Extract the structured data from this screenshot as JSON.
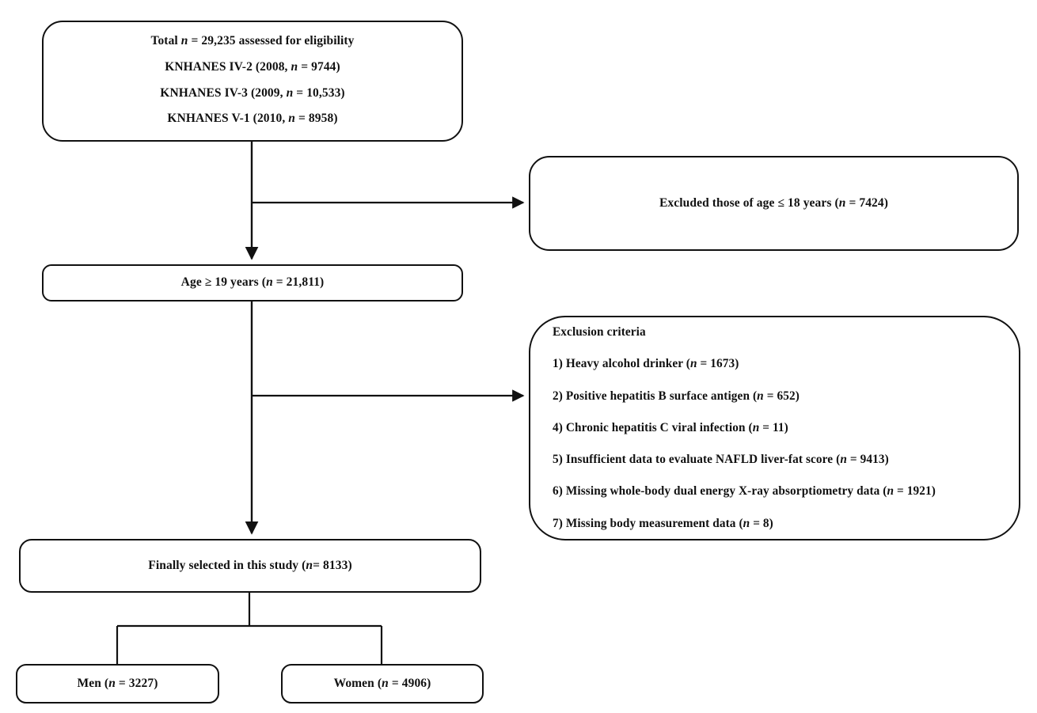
{
  "diagram": {
    "type": "study-participant-flow-chart",
    "nodes": {
      "total": {
        "lines": [
          "Total n = 29,235 assessed for eligibility",
          "KNHANES IV-2 (2008, n = 9744)",
          "KNHANES IV-3 (2009, n = 10,533)",
          "KNHANES  V-1 (2010, n = 8958)"
        ]
      },
      "excluded_age": {
        "lines": [
          "Excluded those of age ≤ 18 years (n = 7424)"
        ]
      },
      "age19": {
        "lines": [
          "Age ≥ 19 years (n = 21,811)"
        ]
      },
      "exclusion_criteria": {
        "heading": "Exclusion criteria",
        "items": [
          "1) Heavy alcohol drinker (n = 1673)",
          "2) Positive hepatitis B surface antigen (n = 652)",
          "4) Chronic hepatitis C viral infection (n = 11)",
          "5) Insufficient data to evaluate NAFLD liver-fat score (n = 9413)",
          "6) Missing whole-body dual energy X-ray absorptiometry data (n = 1921)",
          "7) Missing body measurement data (n = 8)"
        ]
      },
      "final": {
        "lines": [
          "Finally selected in this study (n= 8133)"
        ]
      },
      "men": {
        "lines": [
          "Men (n = 3227)"
        ]
      },
      "women": {
        "lines": [
          "Women (n = 4906)"
        ]
      }
    },
    "colors": {
      "stroke": "#111111",
      "background": "#ffffff",
      "text": "#111111"
    }
  }
}
